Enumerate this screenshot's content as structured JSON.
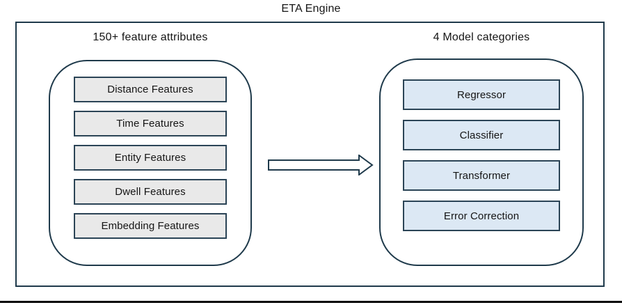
{
  "title": "ETA Engine",
  "left_panel": {
    "label": "150+ feature attributes",
    "items": [
      "Distance Features",
      "Time Features",
      "Entity Features",
      "Dwell Features",
      "Embedding Features"
    ]
  },
  "right_panel": {
    "label": "4 Model categories",
    "items": [
      "Regressor",
      "Classifier",
      "Transformer",
      "Error Correction"
    ]
  },
  "icons": {
    "arrow": "right-block-arrow"
  },
  "colors": {
    "border": "#1f3a4b",
    "feature_box_fill": "#e9e9e9",
    "model_box_fill": "#dce8f4",
    "text": "#151515",
    "background": "#ffffff",
    "bottom_divider": "#060606"
  }
}
